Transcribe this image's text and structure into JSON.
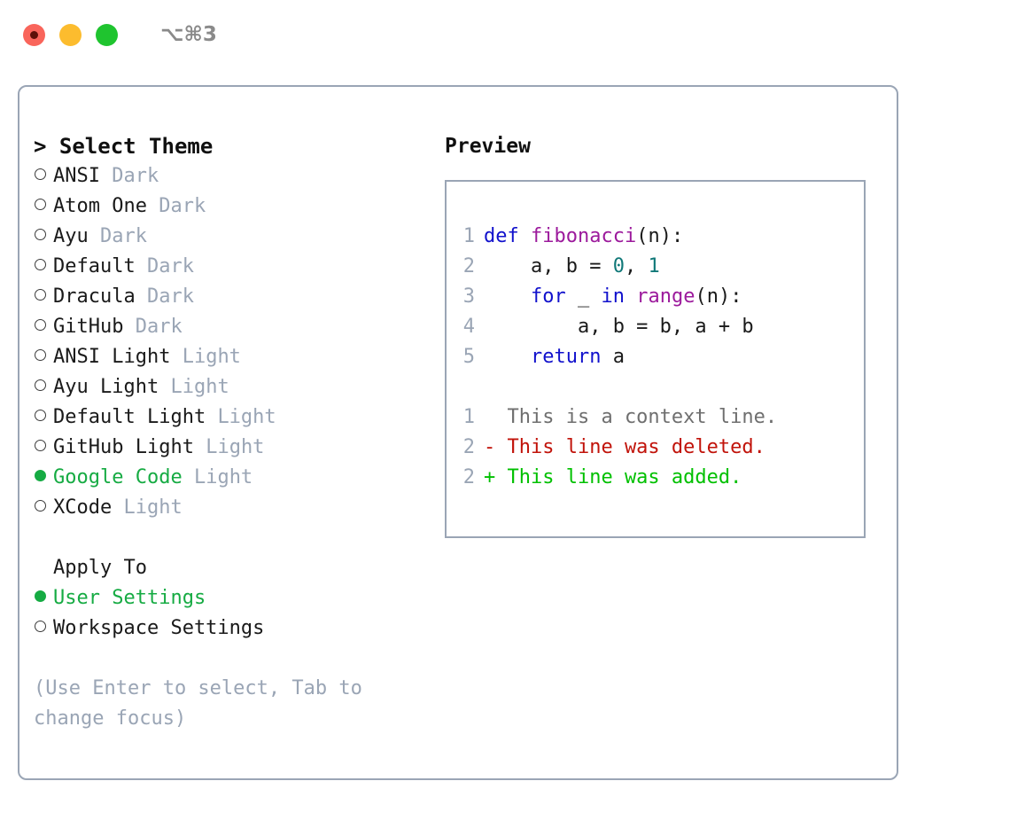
{
  "titlebar": {
    "dots": [
      {
        "name": "close-button",
        "color": "#f9655b"
      },
      {
        "name": "minimize-button",
        "color": "#fcbc2e"
      },
      {
        "name": "maximize-button",
        "color": "#1fc42f"
      }
    ],
    "shortcut": "⌥⌘3"
  },
  "theme_panel": {
    "heading": "> Select Theme",
    "options": [
      {
        "name": "ANSI",
        "badge": "Dark",
        "selected": false
      },
      {
        "name": "Atom One",
        "badge": "Dark",
        "selected": false
      },
      {
        "name": "Ayu",
        "badge": "Dark",
        "selected": false
      },
      {
        "name": "Default",
        "badge": "Dark",
        "selected": false
      },
      {
        "name": "Dracula",
        "badge": "Dark",
        "selected": false
      },
      {
        "name": "GitHub",
        "badge": "Dark",
        "selected": false
      },
      {
        "name": "ANSI Light",
        "badge": "Light",
        "selected": false
      },
      {
        "name": "Ayu Light",
        "badge": "Light",
        "selected": false
      },
      {
        "name": "Default Light",
        "badge": "Light",
        "selected": false
      },
      {
        "name": "GitHub Light",
        "badge": "Light",
        "selected": false
      },
      {
        "name": "Google Code",
        "badge": "Light",
        "selected": true
      },
      {
        "name": "XCode",
        "badge": "Light",
        "selected": false
      }
    ]
  },
  "apply_to": {
    "heading": "Apply To",
    "options": [
      {
        "name": "User Settings",
        "selected": true
      },
      {
        "name": "Workspace Settings",
        "selected": false
      }
    ]
  },
  "hint": "(Use Enter to select, Tab to change focus)",
  "preview": {
    "title": "Preview",
    "code_lines": [
      {
        "num": "1",
        "tokens": [
          {
            "t": "def",
            "c": "kw"
          },
          {
            "t": " ",
            "c": "punc"
          },
          {
            "t": "fibonacci",
            "c": "fn"
          },
          {
            "t": "(n):",
            "c": "punc"
          }
        ]
      },
      {
        "num": "2",
        "tokens": [
          {
            "t": "    a, b = ",
            "c": "punc"
          },
          {
            "t": "0",
            "c": "num"
          },
          {
            "t": ", ",
            "c": "punc"
          },
          {
            "t": "1",
            "c": "num"
          }
        ]
      },
      {
        "num": "3",
        "tokens": [
          {
            "t": "    ",
            "c": "punc"
          },
          {
            "t": "for",
            "c": "kw"
          },
          {
            "t": " _ ",
            "c": "punc"
          },
          {
            "t": "in",
            "c": "kw"
          },
          {
            "t": " ",
            "c": "punc"
          },
          {
            "t": "range",
            "c": "fn"
          },
          {
            "t": "(n):",
            "c": "punc"
          }
        ]
      },
      {
        "num": "4",
        "tokens": [
          {
            "t": "        a, b = b, a + b",
            "c": "punc"
          }
        ]
      },
      {
        "num": "5",
        "tokens": [
          {
            "t": "    ",
            "c": "punc"
          },
          {
            "t": "return",
            "c": "kw"
          },
          {
            "t": " a",
            "c": "punc"
          }
        ]
      }
    ],
    "diff_lines": [
      {
        "num": "1",
        "marker": " ",
        "text": " This is a context line.",
        "kind": "ctx"
      },
      {
        "num": "2",
        "marker": "-",
        "text": " This line was deleted.",
        "kind": "del"
      },
      {
        "num": "2",
        "marker": "+",
        "text": " This line was added.",
        "kind": "add"
      }
    ]
  },
  "colors": {
    "accent_green": "#16ab43",
    "muted": "#9aa5b5",
    "keyword": "#1111cc",
    "function": "#9c1a9c",
    "number": "#107878",
    "diff_add": "#00c000",
    "diff_del": "#c1130a"
  }
}
